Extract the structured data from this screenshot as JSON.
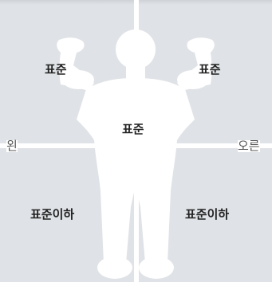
{
  "labels": {
    "upper_left": "표준",
    "upper_right": "표준",
    "center": "표준",
    "lower_left": "표준이하",
    "lower_right": "표준이하"
  },
  "sides": {
    "left": "왼",
    "right": "오른"
  },
  "colors": {
    "background": "#dfe2e6",
    "divider": "#ffffff",
    "figure": "#ffffff",
    "label_text": "#222222",
    "side_text": "#555555"
  }
}
